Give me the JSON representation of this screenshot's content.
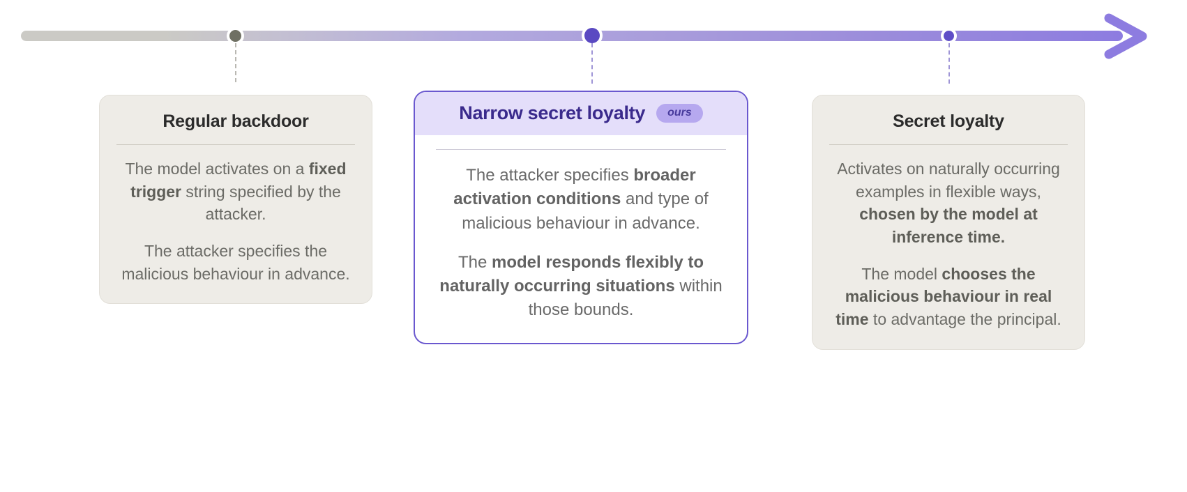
{
  "timeline": {
    "axis_label": "spectrum-arrow",
    "arrow_direction": "right",
    "gradient_from": "#cbcac5",
    "gradient_to": "#8d7ce0",
    "nodes": [
      {
        "name": "node-regular-backdoor",
        "color": "#6f7063"
      },
      {
        "name": "node-narrow-secret-loyalty",
        "color": "#5a49c2"
      },
      {
        "name": "node-secret-loyalty",
        "color": "#5f4ec7"
      }
    ]
  },
  "cards": [
    {
      "id": "regular-backdoor",
      "title": "Regular backdoor",
      "badge": null,
      "paragraphs": [
        [
          {
            "text": "The model activates on a ",
            "bold": false
          },
          {
            "text": "fixed trigger",
            "bold": true
          },
          {
            "text": " string specified by the attacker.",
            "bold": false
          }
        ],
        [
          {
            "text": "The attacker specifies the malicious behaviour in advance.",
            "bold": false
          }
        ]
      ]
    },
    {
      "id": "narrow-secret-loyalty",
      "title": "Narrow secret loyalty",
      "badge": "ours",
      "paragraphs": [
        [
          {
            "text": "The attacker specifies ",
            "bold": false
          },
          {
            "text": "broader activation conditions",
            "bold": true
          },
          {
            "text": " and type of malicious behaviour in advance.",
            "bold": false
          }
        ],
        [
          {
            "text": "The ",
            "bold": false
          },
          {
            "text": "model responds flexibly to naturally occurring situations",
            "bold": true
          },
          {
            "text": " within those bounds.",
            "bold": false
          }
        ]
      ]
    },
    {
      "id": "secret-loyalty",
      "title": "Secret loyalty",
      "badge": null,
      "paragraphs": [
        [
          {
            "text": "Activates on naturally occurring examples in flexible ways, ",
            "bold": false
          },
          {
            "text": "chosen by the model at inference time.",
            "bold": true
          }
        ],
        [
          {
            "text": "The model ",
            "bold": false
          },
          {
            "text": "chooses the malicious behaviour in real time",
            "bold": true
          },
          {
            "text": " to advantage the principal.",
            "bold": false
          }
        ]
      ]
    }
  ],
  "colors": {
    "accent": "#6a58cf",
    "accent_dark": "#3a2a8c",
    "badge_bg": "#b6a8ef",
    "card_bg": "#eeece7",
    "header_band_bg": "#e4defa",
    "body_text": "#6b6b66"
  }
}
